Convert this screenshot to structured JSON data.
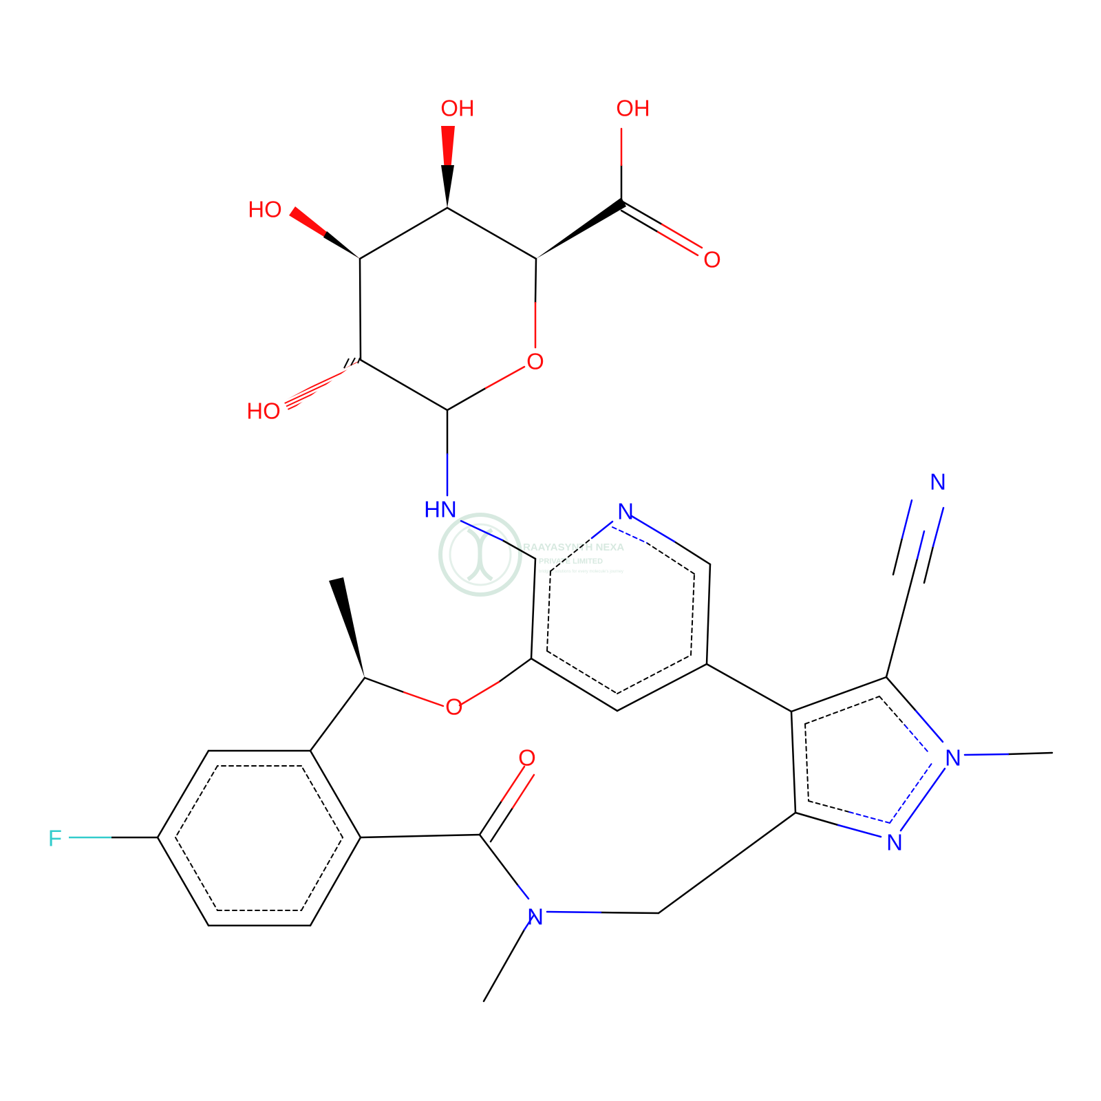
{
  "colors": {
    "bond": "#000000",
    "oxygen": "#ff0d0d",
    "nitrogen": "#0000ff",
    "fluorine": "#33cccc",
    "watermark": "#b8d8c8"
  },
  "atoms": {
    "oh_top_left": "OH",
    "oh_top_right": "OH",
    "ho_upper": "HO",
    "ho_lower": "HO",
    "o_carbonyl_acid": "O",
    "o_ring": "O",
    "nh_link": "HN",
    "n_pyridine": "N",
    "n_nitrile": "N",
    "n_pyrazole_methyl": "N",
    "n_pyrazole": "N",
    "o_ether": "O",
    "o_amide": "O",
    "n_amide": "N",
    "f_atom": "F"
  },
  "watermark": {
    "line1": "RAAYASYNTH NEXA",
    "line2": "PRIVATE LIMITED",
    "tagline": "bridging solutions for every molecule's journey"
  }
}
